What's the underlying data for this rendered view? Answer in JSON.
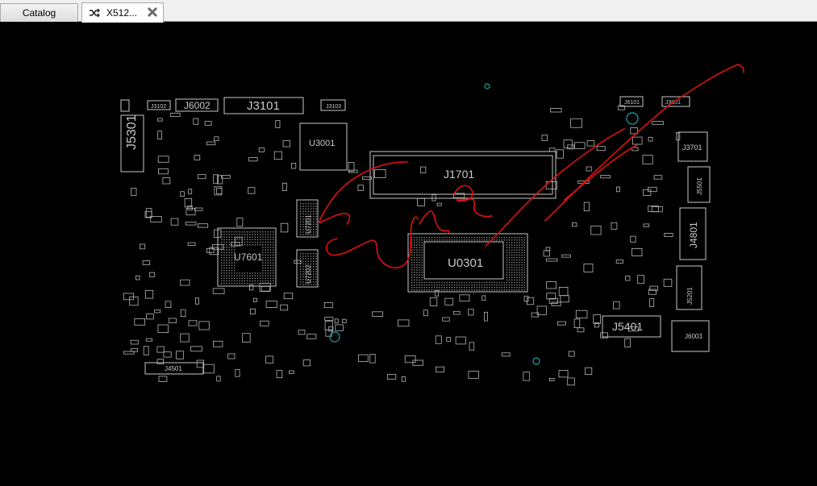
{
  "tabs": [
    {
      "label": "Catalog",
      "icon": "none"
    },
    {
      "label": "X512...",
      "icon": "shuffle-icon",
      "close_icon": "close-icon"
    }
  ],
  "board": {
    "components": [
      "J5301",
      "J3102",
      "J6002",
      "J3101",
      "J3103",
      "U3001",
      "J1701",
      "J6101",
      "J3001",
      "J3701",
      "J5501",
      "U7201",
      "U7202",
      "U7601",
      "U0301",
      "J4801",
      "J5201",
      "J5401",
      "J6003",
      "J4501"
    ]
  },
  "colors": {
    "background": "#000000",
    "silkscreen": "#c8c8c8",
    "annotation": "#e01010",
    "via": "#1fa3a3"
  }
}
